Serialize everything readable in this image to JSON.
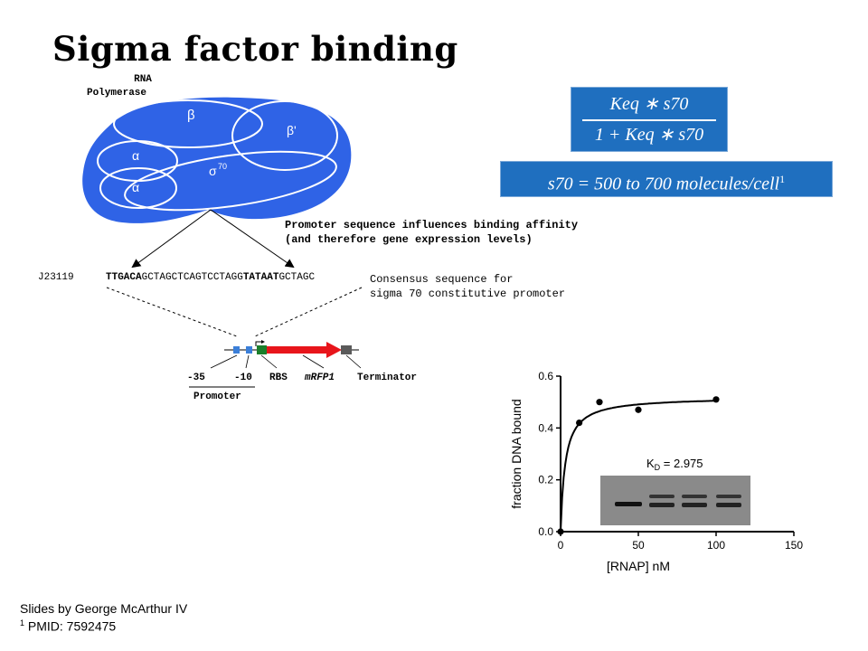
{
  "title": "Sigma factor binding",
  "rnap": {
    "label_line1": "RNA",
    "label_line2": "Polymerase",
    "subunits": {
      "beta": "β",
      "beta_prime": "β'",
      "alpha1": "α",
      "alpha2": "α",
      "sigma": "σ",
      "sigma_sup": "70"
    }
  },
  "promoter_note": {
    "line1": "Promoter sequence influences binding affinity",
    "line2": "(and therefore gene expression levels)"
  },
  "sequence": {
    "name": "J23119",
    "part_minus35": "TTGACA",
    "part_middle": "GCTAGCTCAGTCCTAGG",
    "part_minus10": "TATAAT",
    "part_end": "GCTAGC"
  },
  "consensus_note": {
    "line1": "Consensus sequence for",
    "line2": "sigma 70 constitutive promoter"
  },
  "construct_labels": {
    "minus35": "-35",
    "minus10": "-10",
    "rbs": "RBS",
    "gene": "mRFP1",
    "terminator": "Terminator",
    "promoter": "Promoter"
  },
  "colors": {
    "rnap_blue": "#2f63e6",
    "box_blue": "#1f6fbf",
    "rbs_green": "#1a7f2b",
    "gene_red": "#e8151b",
    "terminator_gray": "#5a5a5a",
    "promoter_blue": "#3b7fd9"
  },
  "equations": {
    "eq1_numerator": "Keq ∗ s70",
    "eq1_denominator": "1 + Keq ∗ s70",
    "eq2_text": "s70 = 500 to 700 molecules/cell",
    "eq2_sup": "1"
  },
  "chart_data": {
    "type": "scatter",
    "xlabel": "[RNAP] nM",
    "ylabel": "fraction DNA bound",
    "xlim": [
      0,
      150
    ],
    "ylim": [
      0,
      0.6
    ],
    "xticks": [
      0,
      50,
      100,
      150
    ],
    "yticks": [
      0.0,
      0.2,
      0.4,
      0.6
    ],
    "ytick_labels": [
      "0.0",
      "0.2",
      "0.4",
      "0.6"
    ],
    "points": [
      {
        "x": 0,
        "y": 0.0
      },
      {
        "x": 12,
        "y": 0.42
      },
      {
        "x": 25,
        "y": 0.5
      },
      {
        "x": 50,
        "y": 0.47
      },
      {
        "x": 100,
        "y": 0.51
      }
    ],
    "fit": {
      "model": "binding",
      "kd": 2.975,
      "bmax": 0.52
    },
    "annotation_base": "K",
    "annotation_sub": "D",
    "annotation_value": " = 2.975",
    "grid": false
  },
  "footer": {
    "credit": "Slides by George McArthur IV",
    "ref_sup": "1",
    "ref_text": " PMID: 7592475"
  }
}
